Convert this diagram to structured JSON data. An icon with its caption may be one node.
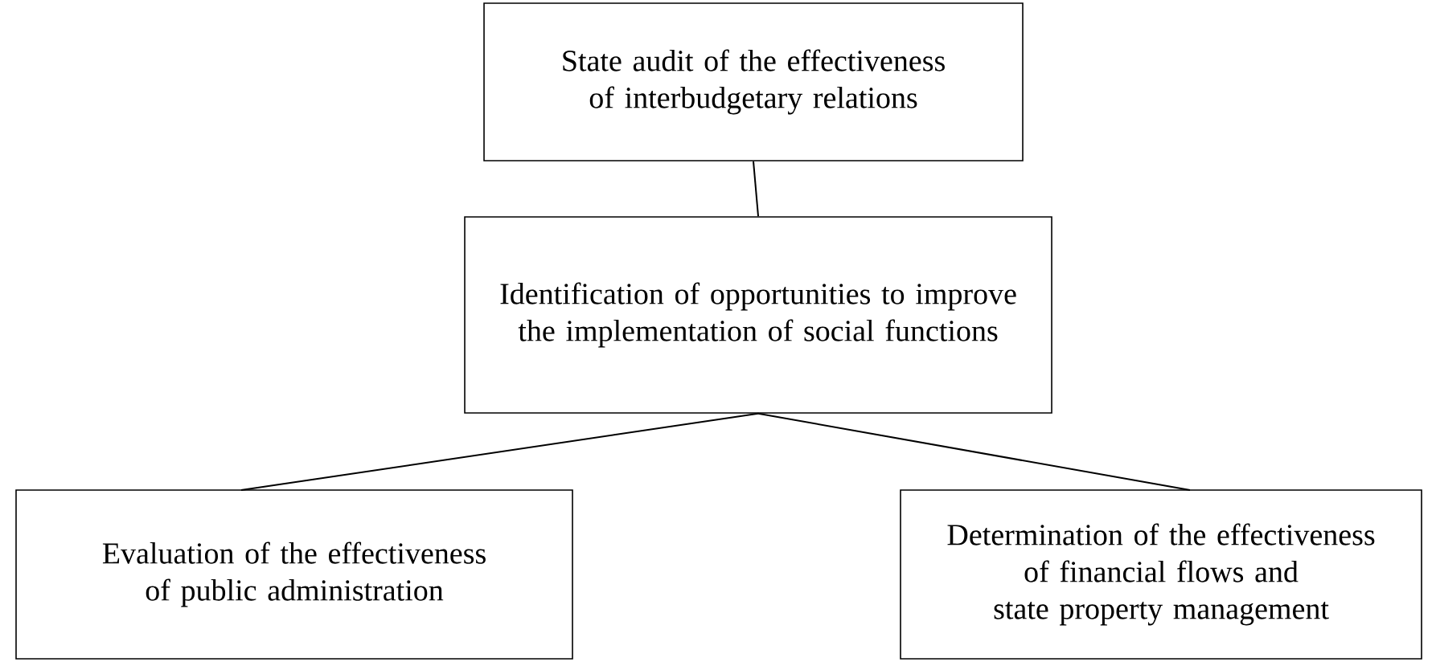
{
  "diagram": {
    "nodes": [
      {
        "text": [
          "State audit of the effectiveness of interbudgetary relations"
        ]
      },
      {
        "text": [
          "Identification of opportunities to improve the implementation of social functions"
        ]
      },
      {
        "text": [
          "Evaluation of the effectiveness of public administration"
        ]
      },
      {
        "text": [
          "Determination of the effectiveness of financial flows and state property management"
        ]
      }
    ],
    "edges": [
      {
        "from": 0,
        "to": 1,
        "arrow": "none"
      },
      {
        "from": 1,
        "to": 2,
        "arrow": "none"
      },
      {
        "from": 1,
        "to": 3,
        "arrow": "none"
      }
    ]
  }
}
